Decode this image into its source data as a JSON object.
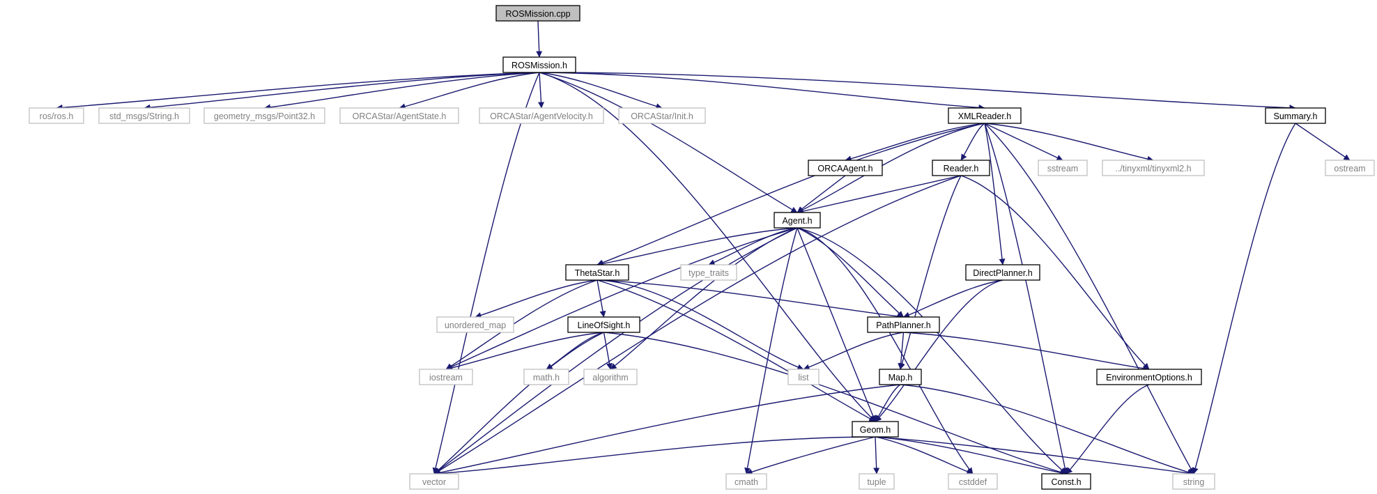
{
  "diagram": {
    "colors": {
      "edge": "#191970",
      "internal_border": "#000000",
      "external_border": "#bfbfbf",
      "external_text": "#808080",
      "root_fill": "#bfbfbf",
      "text": "#000000"
    },
    "nodes": [
      {
        "id": "rosmission_cpp",
        "label": "ROSMission.cpp",
        "kind": "root"
      },
      {
        "id": "rosmission_h",
        "label": "ROSMission.h",
        "kind": "internal"
      },
      {
        "id": "ros_ros_h",
        "label": "ros/ros.h",
        "kind": "external"
      },
      {
        "id": "std_msgs_string_h",
        "label": "std_msgs/String.h",
        "kind": "external"
      },
      {
        "id": "geometry_msgs_point32_h",
        "label": "geometry_msgs/Point32.h",
        "kind": "external"
      },
      {
        "id": "orcastar_agentstate_h",
        "label": "ORCAStar/AgentState.h",
        "kind": "external"
      },
      {
        "id": "orcastar_agentvelocity_h",
        "label": "ORCAStar/AgentVelocity.h",
        "kind": "external"
      },
      {
        "id": "orcastar_init_h",
        "label": "ORCAStar/Init.h",
        "kind": "external"
      },
      {
        "id": "xmlreader_h",
        "label": "XMLReader.h",
        "kind": "internal"
      },
      {
        "id": "summary_h",
        "label": "Summary.h",
        "kind": "internal"
      },
      {
        "id": "orcaagent_h",
        "label": "ORCAAgent.h",
        "kind": "internal"
      },
      {
        "id": "reader_h",
        "label": "Reader.h",
        "kind": "internal"
      },
      {
        "id": "sstream",
        "label": "sstream",
        "kind": "external"
      },
      {
        "id": "tinyxml2_h",
        "label": "../tinyxml/tinyxml2.h",
        "kind": "external"
      },
      {
        "id": "ostream",
        "label": "ostream",
        "kind": "external"
      },
      {
        "id": "agent_h",
        "label": "Agent.h",
        "kind": "internal"
      },
      {
        "id": "thetastar_h",
        "label": "ThetaStar.h",
        "kind": "internal"
      },
      {
        "id": "type_traits",
        "label": "type_traits",
        "kind": "external"
      },
      {
        "id": "directplanner_h",
        "label": "DirectPlanner.h",
        "kind": "internal"
      },
      {
        "id": "unordered_map",
        "label": "unordered_map",
        "kind": "external"
      },
      {
        "id": "lineofsight_h",
        "label": "LineOfSight.h",
        "kind": "internal"
      },
      {
        "id": "pathplanner_h",
        "label": "PathPlanner.h",
        "kind": "internal"
      },
      {
        "id": "iostream",
        "label": "iostream",
        "kind": "external"
      },
      {
        "id": "math_h",
        "label": "math.h",
        "kind": "external"
      },
      {
        "id": "algorithm",
        "label": "algorithm",
        "kind": "external"
      },
      {
        "id": "list",
        "label": "list",
        "kind": "external"
      },
      {
        "id": "map_h",
        "label": "Map.h",
        "kind": "internal"
      },
      {
        "id": "environmentoptions_h",
        "label": "EnvironmentOptions.h",
        "kind": "internal"
      },
      {
        "id": "geom_h",
        "label": "Geom.h",
        "kind": "internal"
      },
      {
        "id": "vector",
        "label": "vector",
        "kind": "external"
      },
      {
        "id": "cmath",
        "label": "cmath",
        "kind": "external"
      },
      {
        "id": "tuple",
        "label": "tuple",
        "kind": "external"
      },
      {
        "id": "cstddef",
        "label": "cstddef",
        "kind": "external"
      },
      {
        "id": "const_h",
        "label": "Const.h",
        "kind": "internal"
      },
      {
        "id": "string",
        "label": "string",
        "kind": "external"
      }
    ],
    "edges": [
      [
        "rosmission_cpp",
        "rosmission_h"
      ],
      [
        "rosmission_h",
        "vector"
      ],
      [
        "rosmission_h",
        "ros_ros_h"
      ],
      [
        "rosmission_h",
        "std_msgs_string_h"
      ],
      [
        "rosmission_h",
        "geometry_msgs_point32_h"
      ],
      [
        "rosmission_h",
        "orcastar_agentstate_h"
      ],
      [
        "rosmission_h",
        "orcastar_agentvelocity_h"
      ],
      [
        "rosmission_h",
        "orcastar_init_h"
      ],
      [
        "rosmission_h",
        "agent_h"
      ],
      [
        "rosmission_h",
        "geom_h"
      ],
      [
        "rosmission_h",
        "xmlreader_h"
      ],
      [
        "rosmission_h",
        "summary_h"
      ],
      [
        "summary_h",
        "ostream"
      ],
      [
        "summary_h",
        "string"
      ],
      [
        "xmlreader_h",
        "thetastar_h"
      ],
      [
        "xmlreader_h",
        "orcaagent_h"
      ],
      [
        "xmlreader_h",
        "agent_h"
      ],
      [
        "xmlreader_h",
        "reader_h"
      ],
      [
        "xmlreader_h",
        "directplanner_h"
      ],
      [
        "xmlreader_h",
        "sstream"
      ],
      [
        "xmlreader_h",
        "tinyxml2_h"
      ],
      [
        "xmlreader_h",
        "const_h"
      ],
      [
        "xmlreader_h",
        "string"
      ],
      [
        "orcaagent_h",
        "agent_h"
      ],
      [
        "reader_h",
        "vector"
      ],
      [
        "reader_h",
        "agent_h"
      ],
      [
        "reader_h",
        "map_h"
      ],
      [
        "reader_h",
        "environmentoptions_h"
      ],
      [
        "agent_h",
        "vector"
      ],
      [
        "agent_h",
        "iostream"
      ],
      [
        "agent_h",
        "thetastar_h"
      ],
      [
        "agent_h",
        "type_traits"
      ],
      [
        "agent_h",
        "cmath"
      ],
      [
        "agent_h",
        "algorithm"
      ],
      [
        "agent_h",
        "geom_h"
      ],
      [
        "agent_h",
        "pathplanner_h"
      ],
      [
        "agent_h",
        "cstddef"
      ],
      [
        "agent_h",
        "const_h"
      ],
      [
        "thetastar_h",
        "unordered_map"
      ],
      [
        "thetastar_h",
        "lineofsight_h"
      ],
      [
        "thetastar_h",
        "iostream"
      ],
      [
        "thetastar_h",
        "geom_h"
      ],
      [
        "thetastar_h",
        "pathplanner_h"
      ],
      [
        "thetastar_h",
        "list"
      ],
      [
        "directplanner_h",
        "pathplanner_h"
      ],
      [
        "directplanner_h",
        "geom_h"
      ],
      [
        "lineofsight_h",
        "iostream"
      ],
      [
        "lineofsight_h",
        "math_h"
      ],
      [
        "lineofsight_h",
        "algorithm"
      ],
      [
        "lineofsight_h",
        "vector"
      ],
      [
        "lineofsight_h",
        "const_h"
      ],
      [
        "pathplanner_h",
        "list"
      ],
      [
        "pathplanner_h",
        "map_h"
      ],
      [
        "pathplanner_h",
        "environmentoptions_h"
      ],
      [
        "map_h",
        "vector"
      ],
      [
        "map_h",
        "geom_h"
      ],
      [
        "map_h",
        "string"
      ],
      [
        "environmentoptions_h",
        "const_h"
      ],
      [
        "geom_h",
        "vector"
      ],
      [
        "geom_h",
        "cmath"
      ],
      [
        "geom_h",
        "tuple"
      ],
      [
        "geom_h",
        "cstddef"
      ],
      [
        "geom_h",
        "const_h"
      ],
      [
        "geom_h",
        "string"
      ]
    ]
  }
}
